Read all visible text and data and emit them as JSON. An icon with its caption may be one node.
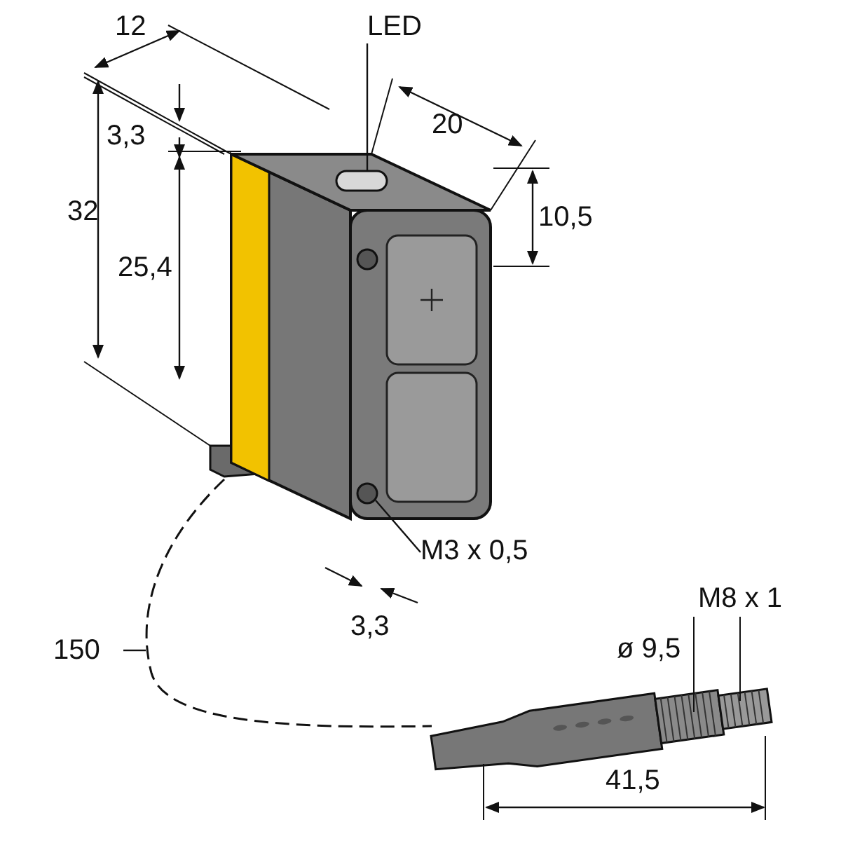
{
  "diagram": {
    "nodes": [
      {
        "text": [
          "LED"
        ]
      },
      {
        "text": [],
        "shape": "box"
      },
      {
        "text": [
          "M3 x 0,5"
        ]
      },
      {
        "text": [],
        "shape": "circle"
      }
    ],
    "edges": [
      {
        "from": 0,
        "to": 1,
        "arrow": "none"
      },
      {
        "from": 2,
        "to": 3,
        "arrow": "none"
      }
    ],
    "labels": [
      "12",
      "20",
      "3,3",
      "10,5",
      "32",
      "25,4",
      "3,3",
      "150",
      "M8 x 1",
      "ø 9,5",
      "41,5"
    ]
  }
}
